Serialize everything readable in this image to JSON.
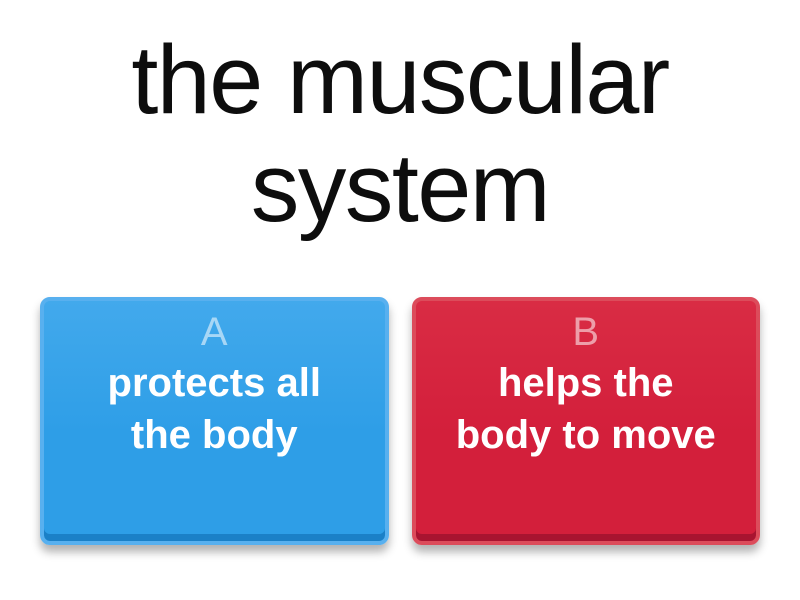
{
  "page": {
    "background": "#ffffff"
  },
  "question": {
    "text": "the muscular system",
    "color": "#0d0d0d"
  },
  "choices": [
    {
      "letter": "A",
      "text": "protects all the body",
      "fill": "#2E9EE7",
      "fill_top": "#42A9EC",
      "edge": "#58B0EF",
      "edge_dark": "#1B80C7",
      "text_color": "#ffffff",
      "letter_color": "rgba(255,255,255,0.55)"
    },
    {
      "letter": "B",
      "text": "helps the body to move",
      "fill": "#D31F3B",
      "fill_top": "#D92C44",
      "edge": "#DC4C5B",
      "edge_dark": "#A81430",
      "text_color": "#ffffff",
      "letter_color": "rgba(255,255,255,0.55)"
    }
  ]
}
